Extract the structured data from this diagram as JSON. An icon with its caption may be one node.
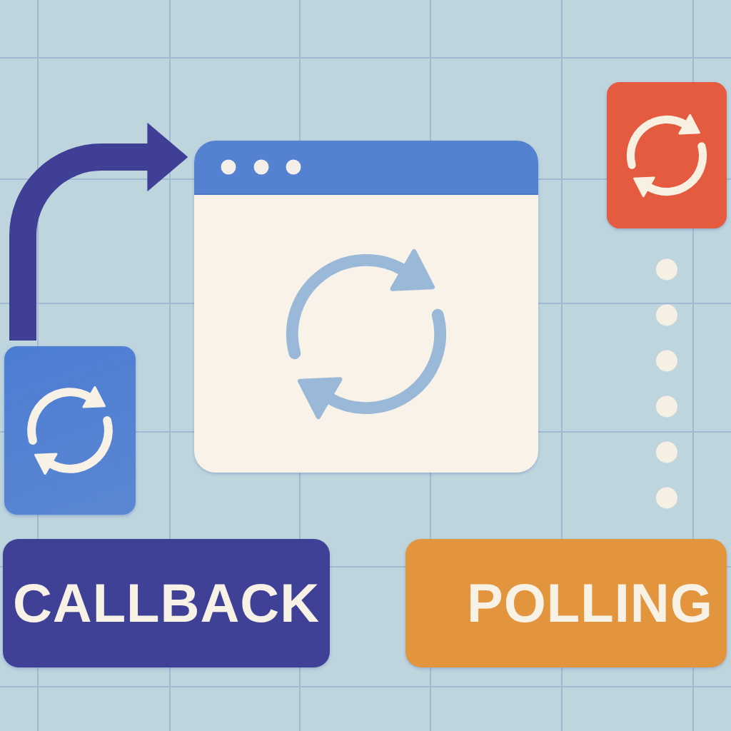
{
  "diagram": {
    "nodes": [
      {
        "text": [],
        "shape": "box"
      },
      {
        "text": [],
        "shape": "window"
      },
      {
        "text": [],
        "shape": "box"
      },
      {
        "text": [
          "CALLBACK"
        ]
      },
      {
        "text": [
          "POLLING"
        ]
      }
    ],
    "edges": [
      {
        "from": 0,
        "to": 1,
        "arrow": "to",
        "color": "#3e3f95"
      },
      {
        "from": 2,
        "to": 4,
        "arrow": "none",
        "style": "dashed",
        "color": "#f6f0e4"
      }
    ]
  }
}
